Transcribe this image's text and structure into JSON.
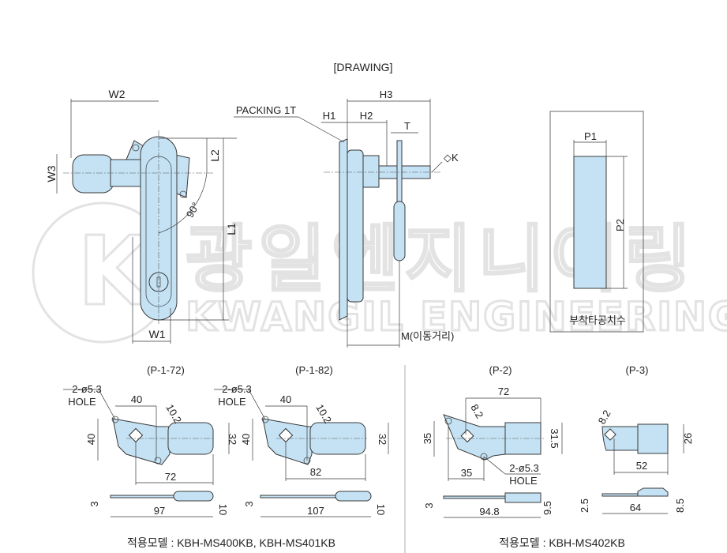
{
  "title": "[DRAWING]",
  "watermark": {
    "korean": "광일엔지니어링",
    "english": "KWANGIL ENGINEERING",
    "logo_letter": "K"
  },
  "front_view": {
    "w2": "W2",
    "w3": "W3",
    "l2": "L2",
    "l1": "L1",
    "w1": "W1",
    "angle": "90°"
  },
  "side_view": {
    "packing": "PACKING 1T",
    "h1": "H1",
    "h2": "H2",
    "h3": "H3",
    "t": "T",
    "k": "◇K",
    "m": "M(이동거리)"
  },
  "cutout": {
    "p1": "P1",
    "p2": "P2",
    "label": "부착타공치수"
  },
  "p1_72": {
    "title": "(P-1-72)",
    "hole1": "2-ø5.3",
    "hole2": "HOLE",
    "d40w": "40",
    "d10": "10.2",
    "d40h": "40",
    "d32": "32",
    "d72": "72",
    "d3": "3",
    "d97": "97",
    "d10h": "10"
  },
  "p1_82": {
    "title": "(P-1-82)",
    "hole1": "2-ø5.3",
    "hole2": "HOLE",
    "d40w": "40",
    "d10": "10.2",
    "d40h": "40",
    "d32": "32",
    "d82": "82",
    "d3": "3",
    "d107": "107",
    "d10h": "10"
  },
  "p2": {
    "title": "(P-2)",
    "d72": "72",
    "d82": "8.2",
    "d35h": "35",
    "d315": "31.5",
    "d35w": "35",
    "hole1": "2-ø5.3",
    "hole2": "HOLE",
    "d3": "3",
    "d948": "94.8",
    "d95": "9.5"
  },
  "p3": {
    "title": "(P-3)",
    "d82": "8.2",
    "d26": "26",
    "d52": "52",
    "d25": "2.5",
    "d64": "64",
    "d85": "8.5"
  },
  "models_left": "적용모델 : KBH-MS400KB, KBH-MS401KB",
  "models_right": "적용모델 : KBH-MS402KB"
}
